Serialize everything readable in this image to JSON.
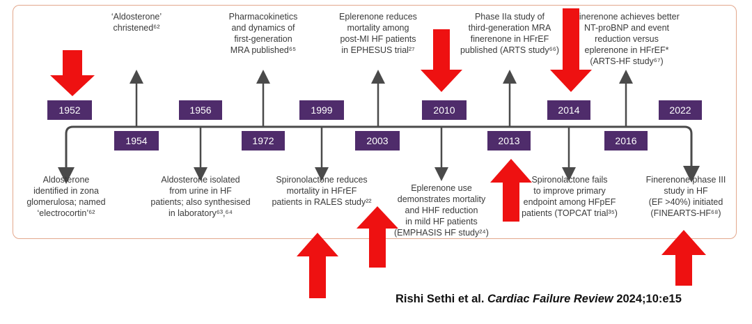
{
  "timeline": {
    "years": {
      "y1952": "1952",
      "y1954": "1954",
      "y1956": "1956",
      "y1972": "1972",
      "y1999": "1999",
      "y2003": "2003",
      "y2010": "2010",
      "y2013": "2013",
      "y2014": "2014",
      "y2016": "2016",
      "y2022": "2022"
    },
    "events": {
      "e1952": [
        "Aldosterone",
        "identified in zona",
        "glomerulosa; named",
        "‘electrocortin’⁶²"
      ],
      "e1954": [
        "‘Aldosterone’",
        "christened⁶²"
      ],
      "e1956": [
        "Aldosterone isolated",
        "from urine in HF",
        "patients; also synthesised",
        "in laboratory⁶³,⁶⁴"
      ],
      "e1972": [
        "Pharmacokinetics",
        "and dynamics of",
        "first-generation",
        "MRA published⁶⁵"
      ],
      "e1999": [
        "Spironolactone reduces",
        "mortality in HFrEF",
        "patients in RALES study²²"
      ],
      "e2003": [
        "Eplerenone reduces",
        "mortality among",
        "post-MI HF patients",
        "in EPHESUS trial²⁷"
      ],
      "e2010": [
        "Eplerenone use",
        "demonstrates mortality",
        "and HHF reduction",
        "in mild HF patients",
        "(EMPHASIS HF study²⁴)"
      ],
      "e2013": [
        "Phase IIa study of",
        "third-generation MRA",
        "finerenone in HFrEF",
        "published (ARTS study⁶⁶)"
      ],
      "e2014": [
        "Spironolactone fails",
        "to improve primary",
        "endpoint among HFpEF",
        "patients (TOPCAT trial³⁵)"
      ],
      "e2016": [
        "Finerenone achieves better",
        "NT-proBNP and event",
        "reduction versus",
        "eplerenone in HFrEF*",
        "(ARTS-HF study⁶⁷)"
      ],
      "e2022": [
        "Finerenone phase III",
        "study in HF",
        "(EF >40%) initiated",
        "(FINEARTS-HF⁶⁸)"
      ]
    }
  },
  "citation": {
    "authors": "Rishi Sethi et al.",
    "journal": "Cardiac Failure Review",
    "ref": "2024;10:e15"
  },
  "colors": {
    "year_box": "#4f2c6b",
    "line": "#4a4a4a",
    "panel_border": "#e3a78c",
    "annotation_arrow": "#ee1111"
  }
}
